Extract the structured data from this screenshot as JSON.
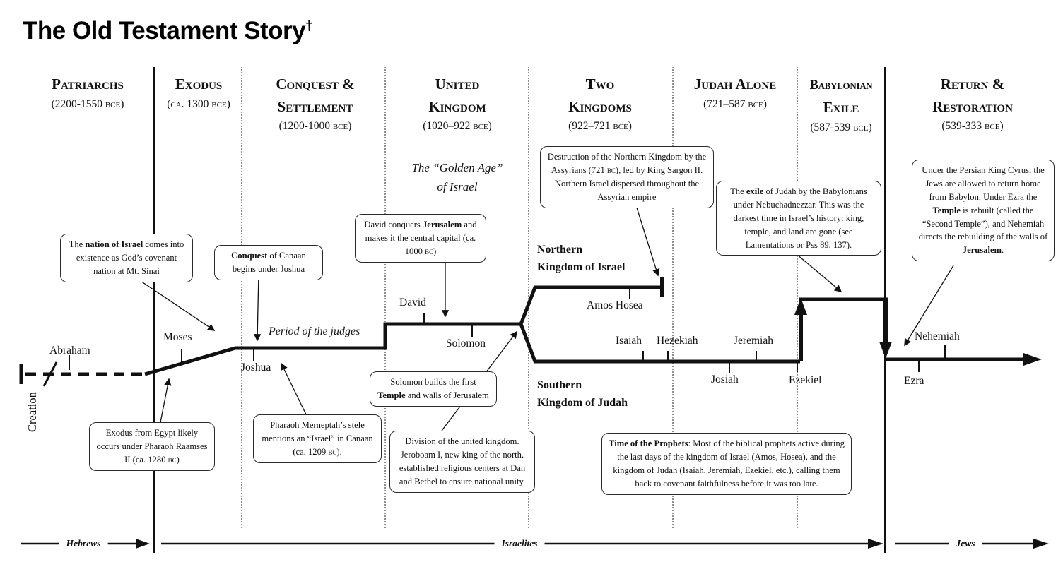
{
  "title": {
    "text": "The Old Testament Story",
    "dagger": "†"
  },
  "eras": [
    {
      "lines": [
        "Patriarchs"
      ],
      "date": "(2200-1550 bce)"
    },
    {
      "lines": [
        "Exodus"
      ],
      "date": "(ca. 1300 bce)"
    },
    {
      "lines": [
        "Conquest &",
        "Settlement"
      ],
      "date": "(1200-1000 bce)"
    },
    {
      "lines": [
        "United",
        "Kingdom"
      ],
      "date": "(1020–922 bce)"
    },
    {
      "lines": [
        "Two",
        "Kingdoms"
      ],
      "date": "(922–721 bce)"
    },
    {
      "lines": [
        "Judah Alone"
      ],
      "date": "(721–587 bce)"
    },
    {
      "lines": [
        "Babylonian",
        "Exile"
      ],
      "date": "(587-539 bce)"
    },
    {
      "lines": [
        "Return &",
        "Restoration"
      ],
      "date": "(539-333 bce)"
    }
  ],
  "annotations": {
    "golden_age": [
      "The “Golden Age”",
      "of Israel"
    ],
    "period_of_judges": "Period of the judges",
    "northern_kingdom": [
      "Northern",
      "Kingdom of Israel"
    ],
    "southern_kingdom": [
      "Southern",
      "Kingdom of Judah"
    ]
  },
  "people": {
    "creation": "Creation",
    "abraham": "Abraham",
    "moses": "Moses",
    "joshua": "Joshua",
    "david": "David",
    "solomon": "Solomon",
    "amos_hosea": "Amos Hosea",
    "isaiah": "Isaiah",
    "hezekiah": "Hezekiah",
    "jeremiah": "Jeremiah",
    "josiah": "Josiah",
    "ezekiel": "Ezekiel",
    "nehemiah": "Nehemiah",
    "ezra": "Ezra"
  },
  "callouts": {
    "nation_of_israel": [
      {
        "t": "The "
      },
      {
        "t": "nation of Israel",
        "b": true
      },
      {
        "t": " comes into existence as God’s covenant nation at Mt. Sinai"
      }
    ],
    "conquest_canaan": [
      {
        "t": "Conquest",
        "b": true
      },
      {
        "t": " of Canaan begins under Joshua"
      }
    ],
    "david_jerusalem": [
      {
        "t": "David conquers "
      },
      {
        "t": "Jerusalem",
        "b": true
      },
      {
        "t": " and makes it the central capital (ca. 1000 "
      },
      {
        "t": "bc",
        "sc": true
      },
      {
        "t": ")"
      }
    ],
    "destruction_northern": [
      {
        "t": "Destruction of the Northern Kingdom by the Assyrians (721 "
      },
      {
        "t": "bc",
        "sc": true
      },
      {
        "t": "), led by King Sargon II. Northern Israel dispersed throughout the Assyrian empire"
      }
    ],
    "exile_judah": [
      {
        "t": "The "
      },
      {
        "t": "exile",
        "b": true
      },
      {
        "t": " of Judah by the Babylonians under Nebuchadnezzar. This was the darkest time in Israel’s history: king, temple, and land are gone (see Lamentations or Pss 89, 137)."
      }
    ],
    "cyrus_return": [
      {
        "t": "Under the Persian King Cyrus, the Jews are allowed to return home from Babylon. Under Ezra the "
      },
      {
        "t": "Temple",
        "b": true
      },
      {
        "t": " is rebuilt (called the “Second Temple”), and Nehemiah directs the rebuilding of the walls of "
      },
      {
        "t": "Jerusalem",
        "b": true
      },
      {
        "t": "."
      }
    ],
    "exodus_egypt": [
      {
        "t": "Exodus from Egypt likely occurs under Pharaoh Raamses II (ca. 1280 "
      },
      {
        "t": "bc",
        "sc": true
      },
      {
        "t": ")"
      }
    ],
    "merneptah_stele": [
      {
        "t": "Pharaoh Merneptah’s stele mentions an “Israel” in Canaan (ca. 1209 "
      },
      {
        "t": "bc",
        "sc": true
      },
      {
        "t": ")."
      }
    ],
    "solomon_temple": [
      {
        "t": "Solomon builds the first "
      },
      {
        "t": "Temple",
        "b": true
      },
      {
        "t": " and walls of Jerusalem"
      }
    ],
    "division_kingdom": [
      {
        "t": "Division of the united kingdom. Jeroboam I, new king of the north, established religious centers at Dan and Bethel to ensure national unity."
      }
    ],
    "time_of_prophets": [
      {
        "t": "Time of the Prophets",
        "b": true
      },
      {
        "t": ": Most of the biblical prophets active during the last days of the kingdom of Israel (Amos, Hosea), and the kingdom of Judah (Isaiah, Jeremiah, Ezekiel, etc.), calling them back to covenant faithfulness before it was too late."
      }
    ]
  },
  "era_arrows": {
    "hebrews": "Hebrews",
    "israelites": "Israelites",
    "jews": "Jews"
  },
  "colors": {
    "ink": "#111111",
    "dotted_separator": "#8f8f8f",
    "background": "#ffffff"
  }
}
